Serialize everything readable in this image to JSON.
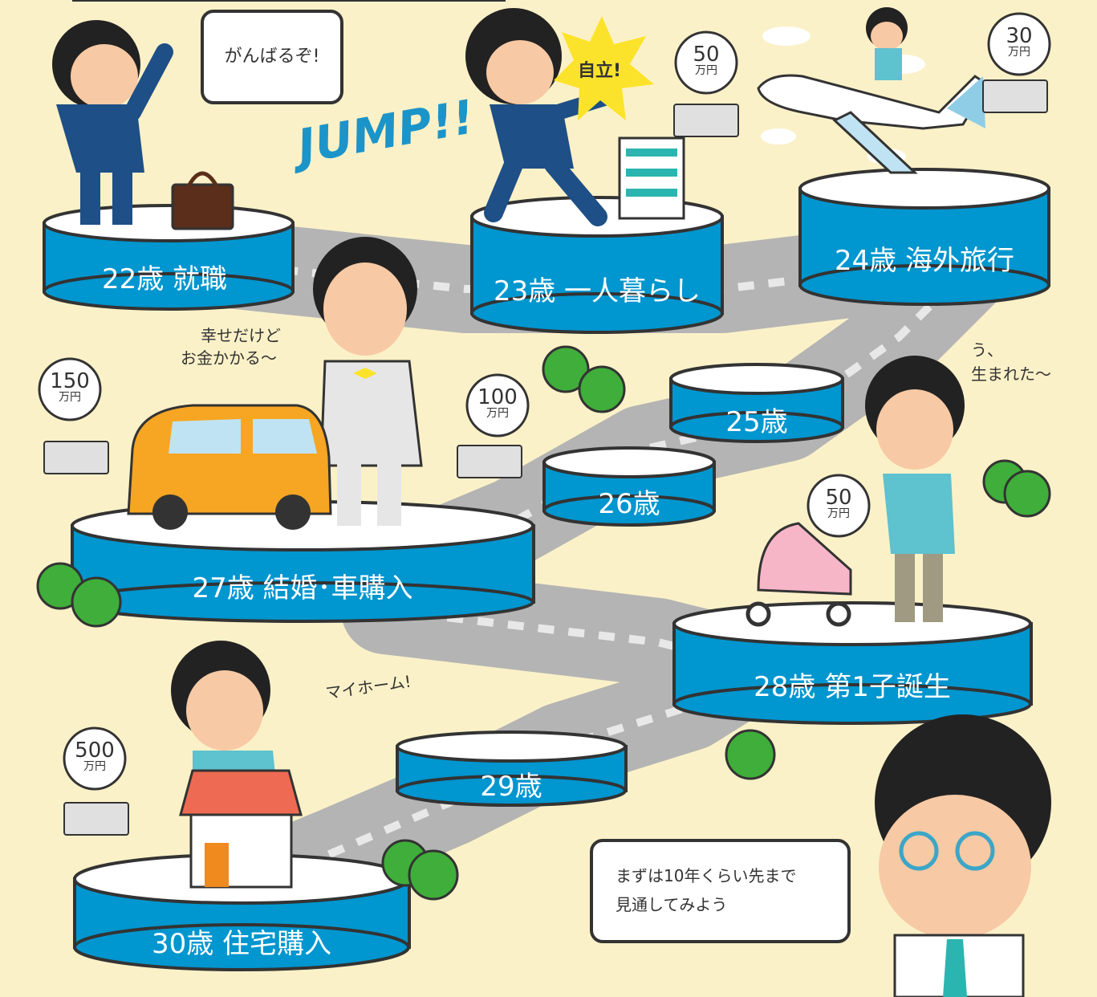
{
  "stages": [
    {
      "id": "22",
      "label": "22歳 就職"
    },
    {
      "id": "23",
      "label": "23歳 一人暮らし"
    },
    {
      "id": "24",
      "label": "24歳 海外旅行"
    },
    {
      "id": "25",
      "label": "25歳"
    },
    {
      "id": "26",
      "label": "26歳"
    },
    {
      "id": "27",
      "label": "27歳 結婚･車購入"
    },
    {
      "id": "28",
      "label": "28歳 第1子誕生"
    },
    {
      "id": "29",
      "label": "29歳"
    },
    {
      "id": "30",
      "label": "30歳 住宅購入"
    }
  ],
  "speech": {
    "ganbaru": "がんばるぞ!",
    "jiritsu": "自立!",
    "jump": "JUMP!!",
    "shiawase_1": "幸せだけど",
    "shiawase_2": "お金かかる〜",
    "umareta_1": "う、",
    "umareta_2": "生まれた〜",
    "myhome": "マイホーム!",
    "advisor_1": "まずは10年くらい先まで",
    "advisor_2": "見通してみよう"
  },
  "money": [
    {
      "amount": "50",
      "unit": "万円"
    },
    {
      "amount": "30",
      "unit": "万円"
    },
    {
      "amount": "150",
      "unit": "万円"
    },
    {
      "amount": "100",
      "unit": "万円"
    },
    {
      "amount": "50",
      "unit": "万円"
    },
    {
      "amount": "500",
      "unit": "万円"
    }
  ],
  "colors": {
    "background": "#fbf1c8",
    "platform_side": "#0096cf",
    "platform_top": "#ffffff",
    "road": "#b4b4b4",
    "suit": "#1e4f86",
    "car": "#f6a623",
    "tree": "#3fae3a"
  }
}
